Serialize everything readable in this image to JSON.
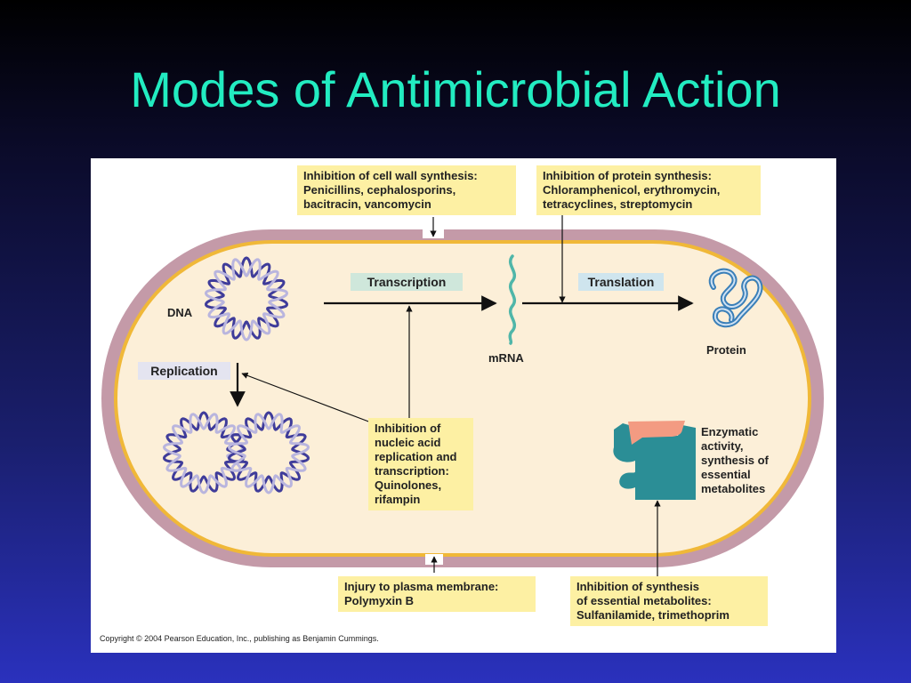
{
  "slide": {
    "title": "Modes of Antimicrobial Action"
  },
  "diagram": {
    "boxes": {
      "cell_wall": "Inhibition of cell wall synthesis:\nPenicillins, cephalosporins,\nbacitracin, vancomycin",
      "protein_synthesis": "Inhibition of protein synthesis:\nChloramphenicol, erythromycin,\ntetracyclines, streptomycin",
      "nucleic_acid": "Inhibition of\nnucleic acid\nreplication and\ntranscription:\nQuinolones,\nrifampin",
      "plasma_membrane": "Injury to plasma membrane:\nPolymyxin B",
      "metabolites": "Inhibition of synthesis\nof essential metabolites:\nSulfanilamide, trimethoprim"
    },
    "process_tags": {
      "transcription": "Transcription",
      "translation": "Translation",
      "replication": "Replication"
    },
    "labels": {
      "dna": "DNA",
      "mrna": "mRNA",
      "protein": "Protein",
      "enzymatic": "Enzymatic\nactivity,\nsynthesis of\nessential\nmetabolites"
    },
    "copyright": "Copyright © 2004 Pearson Education, Inc., publishing as Benjamin Cummings.",
    "colors": {
      "cell_fill": "#fcefd8",
      "cell_wall": "#c49aa8",
      "membrane": "#f0b838",
      "box_fill": "#fdf0a3",
      "transcription_tag": "#cfe7db",
      "translation_tag": "#cfe5ee",
      "replication_tag": "#e4e4f0",
      "dna_dark": "#3f3c9a",
      "dna_light": "#b9b5de",
      "mrna": "#4fb6a9",
      "protein": "#3a7fb8",
      "enzyme": "#2b8e96",
      "substrate": "#f39b82"
    }
  }
}
